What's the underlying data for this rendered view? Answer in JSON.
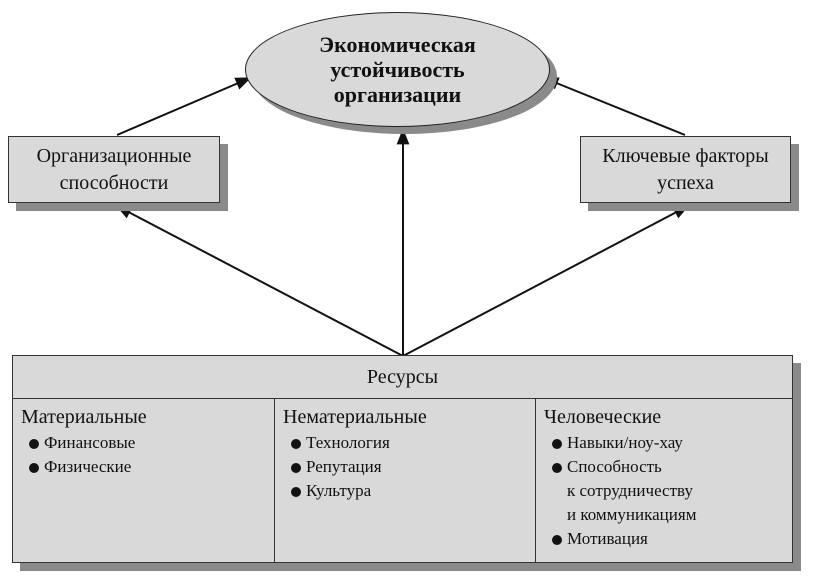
{
  "goal": {
    "text": "Экономическая\nустойчивость\nорганизации"
  },
  "left_box": {
    "text": "Организационные\nспособности"
  },
  "right_box": {
    "text": "Ключевые факторы\nуспеха"
  },
  "resources": {
    "title": "Ресурсы",
    "columns": [
      {
        "heading": "Материальные",
        "items": [
          "Финансовые",
          "Физические"
        ]
      },
      {
        "heading": "Нематериальные",
        "items": [
          "Технология",
          "Репутация",
          "Культура"
        ]
      },
      {
        "heading": "Человеческие",
        "items": [
          "Навыки/ноу-хау",
          "Способность\nк сотрудничеству\nи коммуникациям",
          "Мотивация"
        ]
      }
    ]
  }
}
